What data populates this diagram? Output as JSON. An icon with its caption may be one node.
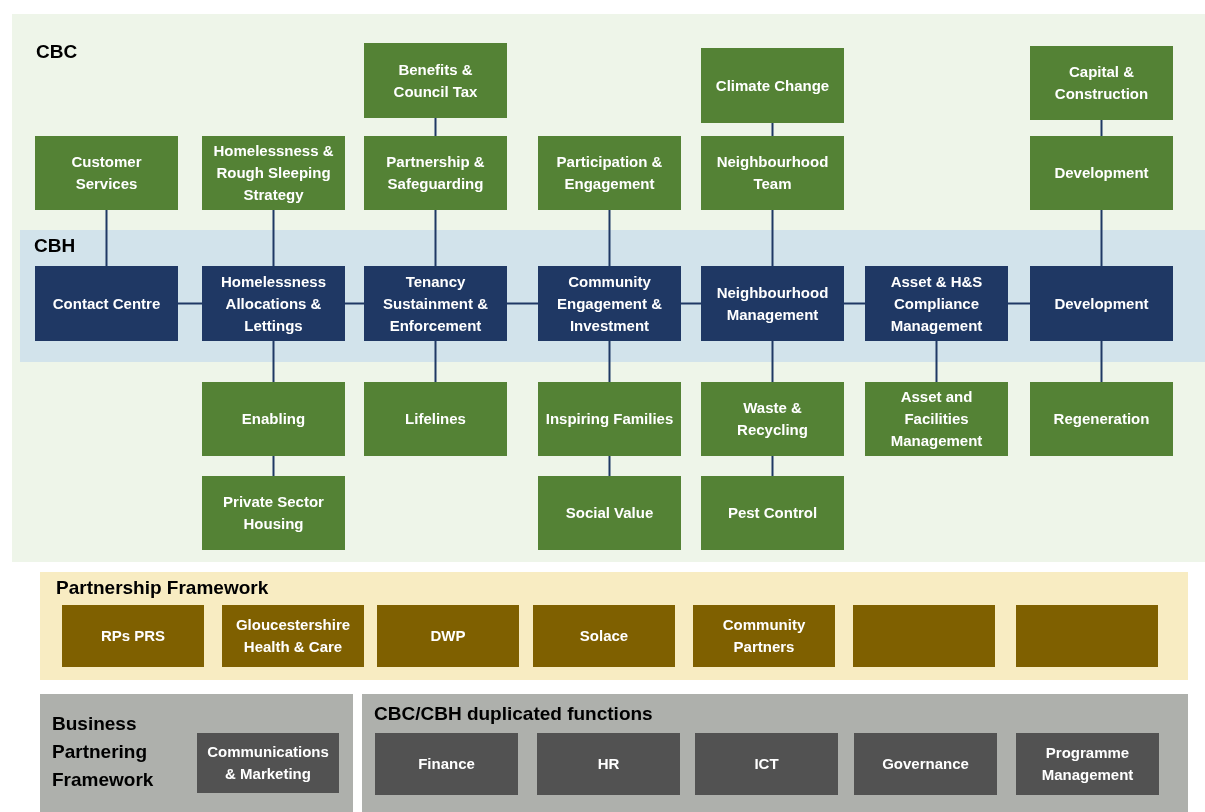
{
  "diagram": {
    "nodes": [
      {
        "text": [
          "CBC"
        ]
      },
      {
        "text": [
          "Benefits & Council Tax"
        ],
        "in": 0
      },
      {
        "text": [
          "Climate Change"
        ],
        "in": 0
      },
      {
        "text": [
          "Capital & Construction"
        ],
        "in": 0
      },
      {
        "text": [
          "Customer Services"
        ],
        "in": 0
      },
      {
        "text": [
          "Homelessness & Rough Sleeping Strategy"
        ],
        "in": 0
      },
      {
        "text": [
          "Partnership & Safeguarding"
        ],
        "in": 0
      },
      {
        "text": [
          "Participation & Engagement"
        ],
        "in": 0
      },
      {
        "text": [
          "Neighbourhood Team"
        ],
        "in": 0
      },
      {
        "text": [
          "Development"
        ],
        "in": 0
      },
      {
        "text": [
          "CBH"
        ],
        "in": 0
      },
      {
        "text": [
          "Contact Centre"
        ],
        "in": 10
      },
      {
        "text": [
          "Homelessness Allocations & Lettings"
        ],
        "in": 10
      },
      {
        "text": [
          "Tenancy Sustainment & Enforcement"
        ],
        "in": 10
      },
      {
        "text": [
          "Community Engagement & Investment"
        ],
        "in": 10
      },
      {
        "text": [
          "Neighbourhood Management"
        ],
        "in": 10
      },
      {
        "text": [
          "Asset & H&S Compliance Management"
        ],
        "in": 10
      },
      {
        "text": [
          "Development"
        ],
        "in": 10
      },
      {
        "text": [
          "Enabling"
        ],
        "in": 0
      },
      {
        "text": [
          "Lifelines"
        ],
        "in": 0
      },
      {
        "text": [
          "Inspiring Families"
        ],
        "in": 0
      },
      {
        "text": [
          "Waste & Recycling"
        ],
        "in": 0
      },
      {
        "text": [
          "Asset and Facilities Management"
        ],
        "in": 0
      },
      {
        "text": [
          "Regeneration"
        ],
        "in": 0
      },
      {
        "text": [
          "Private Sector Housing"
        ],
        "in": 0
      },
      {
        "text": [
          "Social Value"
        ],
        "in": 0
      },
      {
        "text": [
          "Pest Control"
        ],
        "in": 0
      },
      {
        "text": [
          "Partnership Framework"
        ]
      },
      {
        "text": [
          "RPs PRS"
        ],
        "in": 27
      },
      {
        "text": [
          "Gloucestershire Health & Care"
        ],
        "in": 27
      },
      {
        "text": [
          "DWP"
        ],
        "in": 27
      },
      {
        "text": [
          "Solace"
        ],
        "in": 27
      },
      {
        "text": [
          "Community Partners"
        ],
        "in": 27
      },
      {
        "text": [],
        "shape": "box",
        "in": 27
      },
      {
        "text": [],
        "shape": "box",
        "in": 27
      },
      {
        "text": [
          "Business Partnering Framework"
        ]
      },
      {
        "text": [
          "Communications & Marketing"
        ],
        "in": 35
      },
      {
        "text": [
          "CBC/CBH duplicated functions"
        ]
      },
      {
        "text": [
          "Finance"
        ],
        "in": 37
      },
      {
        "text": [
          "HR"
        ],
        "in": 37
      },
      {
        "text": [
          "ICT"
        ],
        "in": 37
      },
      {
        "text": [
          "Governance"
        ],
        "in": 37
      },
      {
        "text": [
          "Programme Management"
        ],
        "in": 37
      }
    ],
    "edges": [
      {
        "from": 1,
        "to": 6,
        "arrow": "none"
      },
      {
        "from": 2,
        "to": 8,
        "arrow": "none"
      },
      {
        "from": 3,
        "to": 9,
        "arrow": "none"
      },
      {
        "from": 4,
        "to": 11,
        "arrow": "none"
      },
      {
        "from": 5,
        "to": 12,
        "arrow": "none"
      },
      {
        "from": 6,
        "to": 13,
        "arrow": "none"
      },
      {
        "from": 7,
        "to": 14,
        "arrow": "none"
      },
      {
        "from": 8,
        "to": 15,
        "arrow": "none"
      },
      {
        "from": 9,
        "to": 17,
        "arrow": "none"
      },
      {
        "from": 11,
        "to": 12,
        "arrow": "none"
      },
      {
        "from": 12,
        "to": 13,
        "arrow": "none"
      },
      {
        "from": 13,
        "to": 14,
        "arrow": "none"
      },
      {
        "from": 14,
        "to": 15,
        "arrow": "none"
      },
      {
        "from": 15,
        "to": 16,
        "arrow": "none"
      },
      {
        "from": 16,
        "to": 17,
        "arrow": "none"
      },
      {
        "from": 12,
        "to": 18,
        "arrow": "none"
      },
      {
        "from": 18,
        "to": 24,
        "arrow": "none"
      },
      {
        "from": 13,
        "to": 19,
        "arrow": "none"
      },
      {
        "from": 14,
        "to": 20,
        "arrow": "none"
      },
      {
        "from": 20,
        "to": 25,
        "arrow": "none"
      },
      {
        "from": 15,
        "to": 21,
        "arrow": "none"
      },
      {
        "from": 21,
        "to": 26,
        "arrow": "none"
      },
      {
        "from": 16,
        "to": 22,
        "arrow": "none"
      },
      {
        "from": 17,
        "to": 23,
        "arrow": "none"
      }
    ]
  }
}
